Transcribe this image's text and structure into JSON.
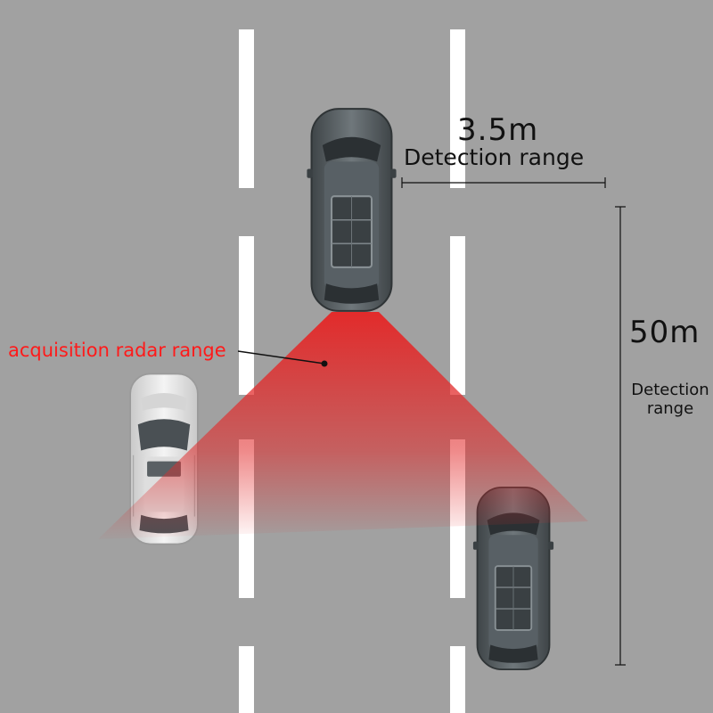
{
  "colors": {
    "road": "#a1a1a1",
    "lane_marking": "#ffffff",
    "radar_zone": "#e22b2b",
    "radar_label": "#ff1a1a",
    "dimension_line": "#111111",
    "car_dark": "#4d5458",
    "car_light": "#e6e6e6"
  },
  "labels": {
    "width_value": "3.5m",
    "width_text": "Detection range",
    "length_value": "50m",
    "length_text": "Detection range",
    "radar_text": "acquisition radar range"
  },
  "icons": {
    "ego_car": "car-topview-icon",
    "left_car": "car-topview-icon",
    "rear_car": "car-topview-icon"
  }
}
